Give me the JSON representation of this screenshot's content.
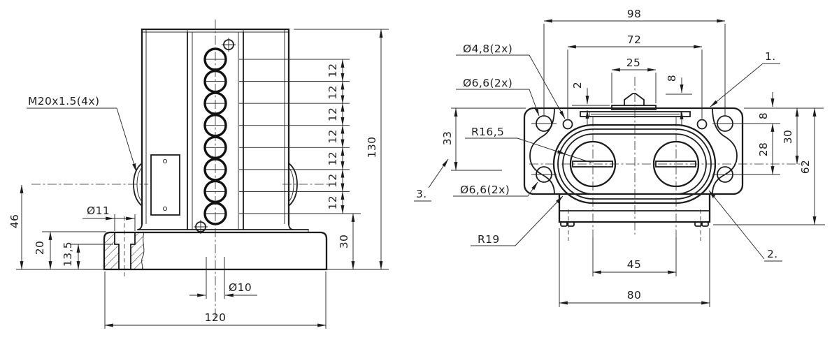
{
  "front_view": {
    "thread_label": "M20x1.5(4x)",
    "dim_46": "46",
    "dim_20": "20",
    "dim_13_5": "13,5",
    "dim_dia_11": "Ø11",
    "dim_dia_10": "Ø10",
    "dim_120": "120",
    "dim_30": "30",
    "dim_130": "130",
    "pitch_dims": [
      "12",
      "12",
      "12",
      "12",
      "12",
      "12",
      "12"
    ]
  },
  "top_view": {
    "dim_98": "98",
    "dim_72": "72",
    "dim_25": "25",
    "dim_2": "2",
    "dim_8_tab": "8",
    "dim_33": "33",
    "dim_8_side": "8",
    "dim_28": "28",
    "dim_30": "30",
    "dim_62": "62",
    "dim_45": "45",
    "dim_80": "80",
    "label_dia_48": "Ø4,8(2x)",
    "label_dia_66_upper": "Ø6,6(2x)",
    "label_r16_5": "R16,5",
    "label_dia_66_lower": "Ø6,6(2x)",
    "label_r19": "R19",
    "callout_1": "1.",
    "callout_2": "2.",
    "callout_3": "3."
  }
}
